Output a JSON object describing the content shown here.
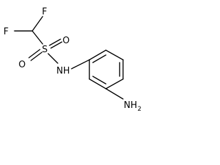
{
  "molecule": {
    "atoms": {
      "f_top": "F",
      "f_left": "F",
      "s": "S",
      "o_left": "O",
      "o_right": "O",
      "nh": "NH",
      "nh2_main": "NH",
      "nh2_sub": "2"
    }
  }
}
